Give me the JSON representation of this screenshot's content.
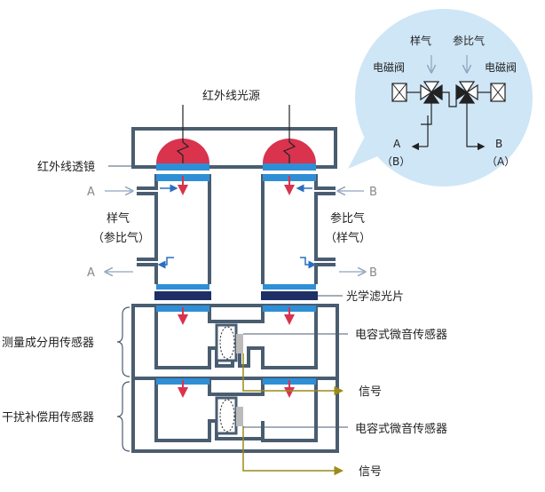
{
  "labels": {
    "ir_source": "红外线光源",
    "ir_window": "红外线透镜",
    "optical_filter": "光学滤光片",
    "measure_sensor": "测量成分用传感器",
    "compensation_sensor": "干扰补偿用传感器",
    "mic_upper": "电容式微音传感器",
    "mic_lower": "电容式微音传感器",
    "signal_upper": "信号",
    "signal_lower": "信号",
    "left_cell_gas": "样气",
    "left_cell_gas_alt": "（参比气）",
    "right_cell_gas": "参比气",
    "right_cell_gas_alt": "（样气）",
    "port_a_in": "A",
    "port_a_out": "A",
    "port_b_in": "B",
    "port_b_out": "B"
  },
  "inset": {
    "sample_gas": "样气",
    "reference_gas": "参比气",
    "valve_left": "电磁阀",
    "valve_right": "电磁阀",
    "out_a": "A",
    "out_a_alt": "（B）",
    "out_b": "B",
    "out_b_alt": "（A）"
  },
  "colors": {
    "frame": "#4a5d70",
    "window_blue": "#2e8fd6",
    "filter_dark": "#1e2f66",
    "source_red": "#d9334e",
    "signal_olive": "#9c8a1a",
    "inset_bg": "#cfe6f6",
    "flow_arrow": "#2b6fbf",
    "io_arrow": "#8ea3bd"
  }
}
